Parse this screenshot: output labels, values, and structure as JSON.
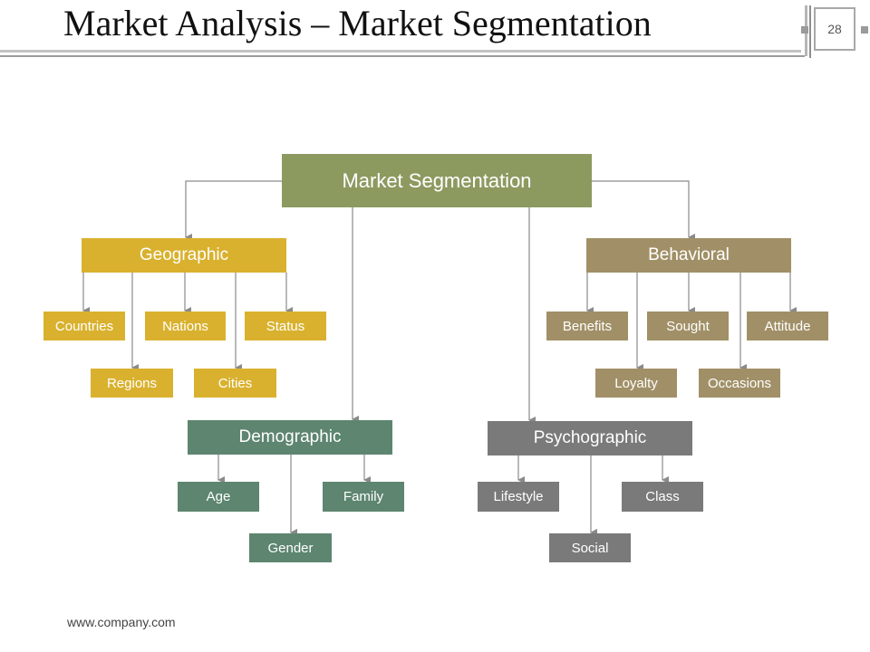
{
  "slide": {
    "title": "Market Analysis – Market Segmentation",
    "page_number": "28",
    "footer": "www.company.com"
  },
  "colors": {
    "root": "#8c9a60",
    "geographic": "#d9b12e",
    "behavioral": "#a19067",
    "demographic": "#5d8570",
    "psychographic": "#7a7a7a",
    "connector": "#8a8a8a"
  },
  "diagram": {
    "root": "Market Segmentation",
    "geographic": {
      "label": "Geographic",
      "items": [
        "Countries",
        "Nations",
        "Status",
        "Regions",
        "Cities"
      ]
    },
    "behavioral": {
      "label": "Behavioral",
      "items": [
        "Benefits",
        "Sought",
        "Attitude",
        "Loyalty",
        "Occasions"
      ]
    },
    "demographic": {
      "label": "Demographic",
      "items": [
        "Age",
        "Family",
        "Gender"
      ]
    },
    "psychographic": {
      "label": "Psychographic",
      "items": [
        "Lifestyle",
        "Class",
        "Social"
      ]
    }
  }
}
